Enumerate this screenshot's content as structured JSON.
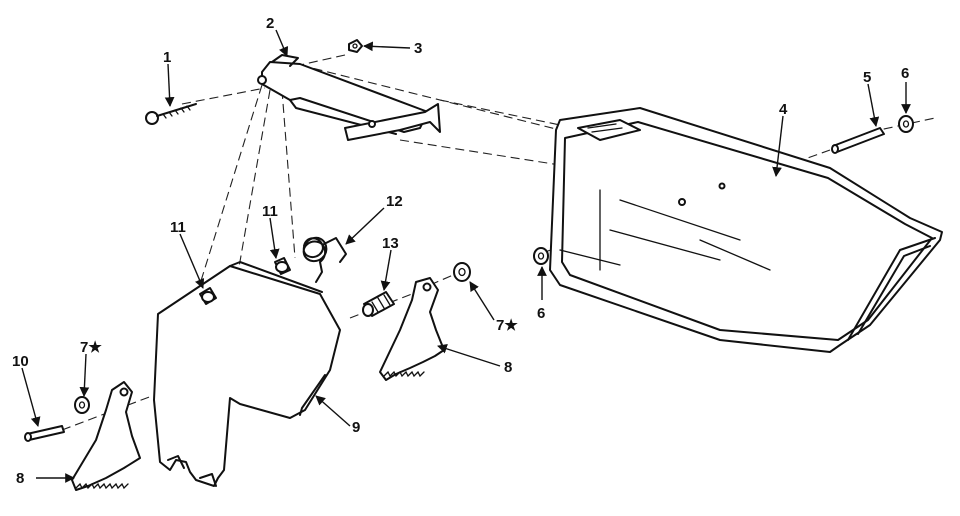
{
  "callouts": [
    {
      "id": "c1",
      "text": "1"
    },
    {
      "id": "c2",
      "text": "2"
    },
    {
      "id": "c3",
      "text": "3"
    },
    {
      "id": "c4",
      "text": "4"
    },
    {
      "id": "c5",
      "text": "5"
    },
    {
      "id": "c6a",
      "text": "6"
    },
    {
      "id": "c6b",
      "text": "6"
    },
    {
      "id": "c7a",
      "text": "7★"
    },
    {
      "id": "c7b",
      "text": "7★"
    },
    {
      "id": "c8a",
      "text": "8"
    },
    {
      "id": "c8b",
      "text": "8"
    },
    {
      "id": "c9",
      "text": "9"
    },
    {
      "id": "c10",
      "text": "10"
    },
    {
      "id": "c11a",
      "text": "11"
    },
    {
      "id": "c11b",
      "text": "11"
    },
    {
      "id": "c12",
      "text": "12"
    },
    {
      "id": "c13",
      "text": "13"
    }
  ]
}
